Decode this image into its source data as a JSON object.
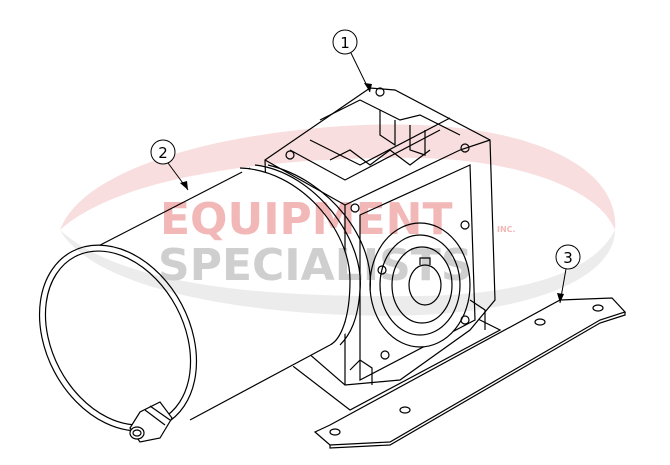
{
  "watermark": {
    "line1": "EQUIPMENT",
    "line2": "SPECIALISTS",
    "suffix": "INC.",
    "colors": {
      "red": "#f4c9c9",
      "gray": "#d9d9d9"
    }
  },
  "callouts": [
    {
      "label": "1",
      "part": "gearbox"
    },
    {
      "label": "2",
      "part": "motor"
    },
    {
      "label": "3",
      "part": "mounting-plate"
    }
  ],
  "line_color": "#000000"
}
